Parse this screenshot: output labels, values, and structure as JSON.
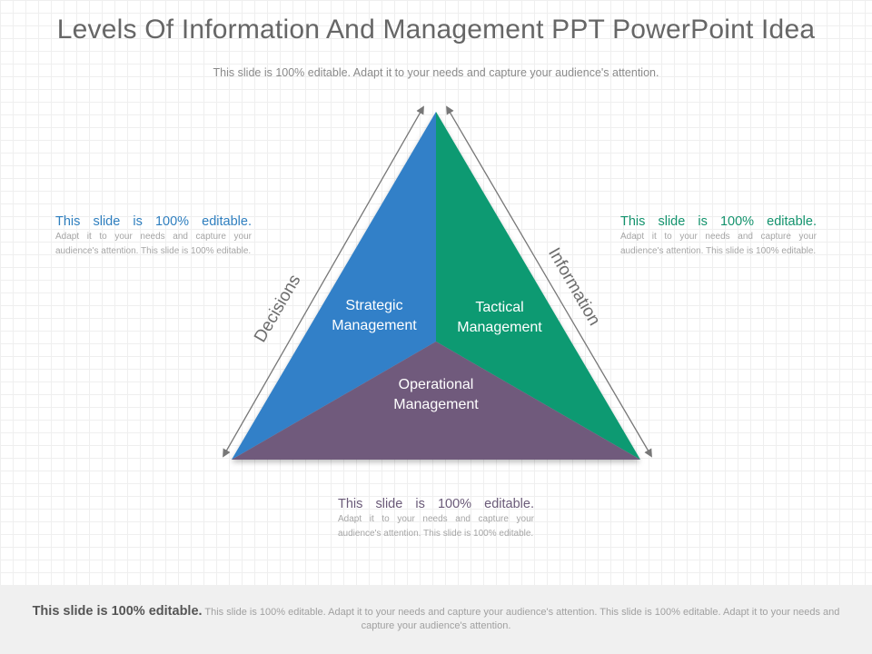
{
  "slide": {
    "title": "Levels Of Information And Management PPT PowerPoint Idea",
    "subtitle": "This slide is 100% editable. Adapt it to your needs and capture your audience's attention."
  },
  "diagram": {
    "segments": [
      {
        "label_line1": "Strategic",
        "label_line2": "Management",
        "color": "#3080c8"
      },
      {
        "label_line1": "Tactical",
        "label_line2": "Management",
        "color": "#0a9a72"
      },
      {
        "label_line1": "Operational",
        "label_line2": "Management",
        "color": "#6f5a7c"
      }
    ],
    "left_arrow_label": "Decisions",
    "right_arrow_label": "Information",
    "arrow_color": "#777777"
  },
  "notes": {
    "left": {
      "heading": "This slide is 100% editable.",
      "body": "Adapt it to your needs and capture your audience's attention. This slide is 100% editable.",
      "color": "#2f7fbf"
    },
    "right": {
      "heading": "This slide is 100% editable.",
      "body": "Adapt it to your needs and capture your audience's attention. This slide is 100% editable.",
      "color": "#13936d"
    },
    "bottom": {
      "heading": "This slide is 100% editable.",
      "body": "Adapt it to your needs and capture your audience's attention. This slide is 100% editable.",
      "color": "#6a5a78"
    }
  },
  "footer": {
    "bold": "This slide is 100% editable.",
    "text": " This slide is 100% editable. Adapt it to your needs and capture your audience's attention. This slide is 100% editable. Adapt it to your needs and capture your audience's attention."
  }
}
